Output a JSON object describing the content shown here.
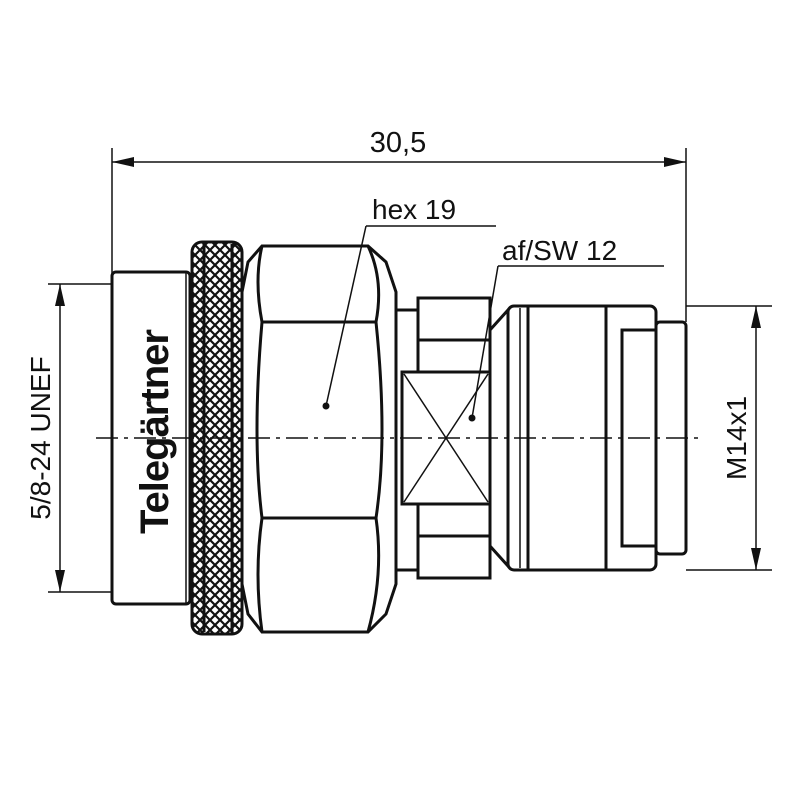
{
  "drawing": {
    "overall_length": "30,5",
    "hex_label": "hex 19",
    "wrench_label": "af/SW 12",
    "thread_left": "5/8-24 UNEF",
    "thread_right": "M14x1",
    "brand": "Telegärtner"
  }
}
